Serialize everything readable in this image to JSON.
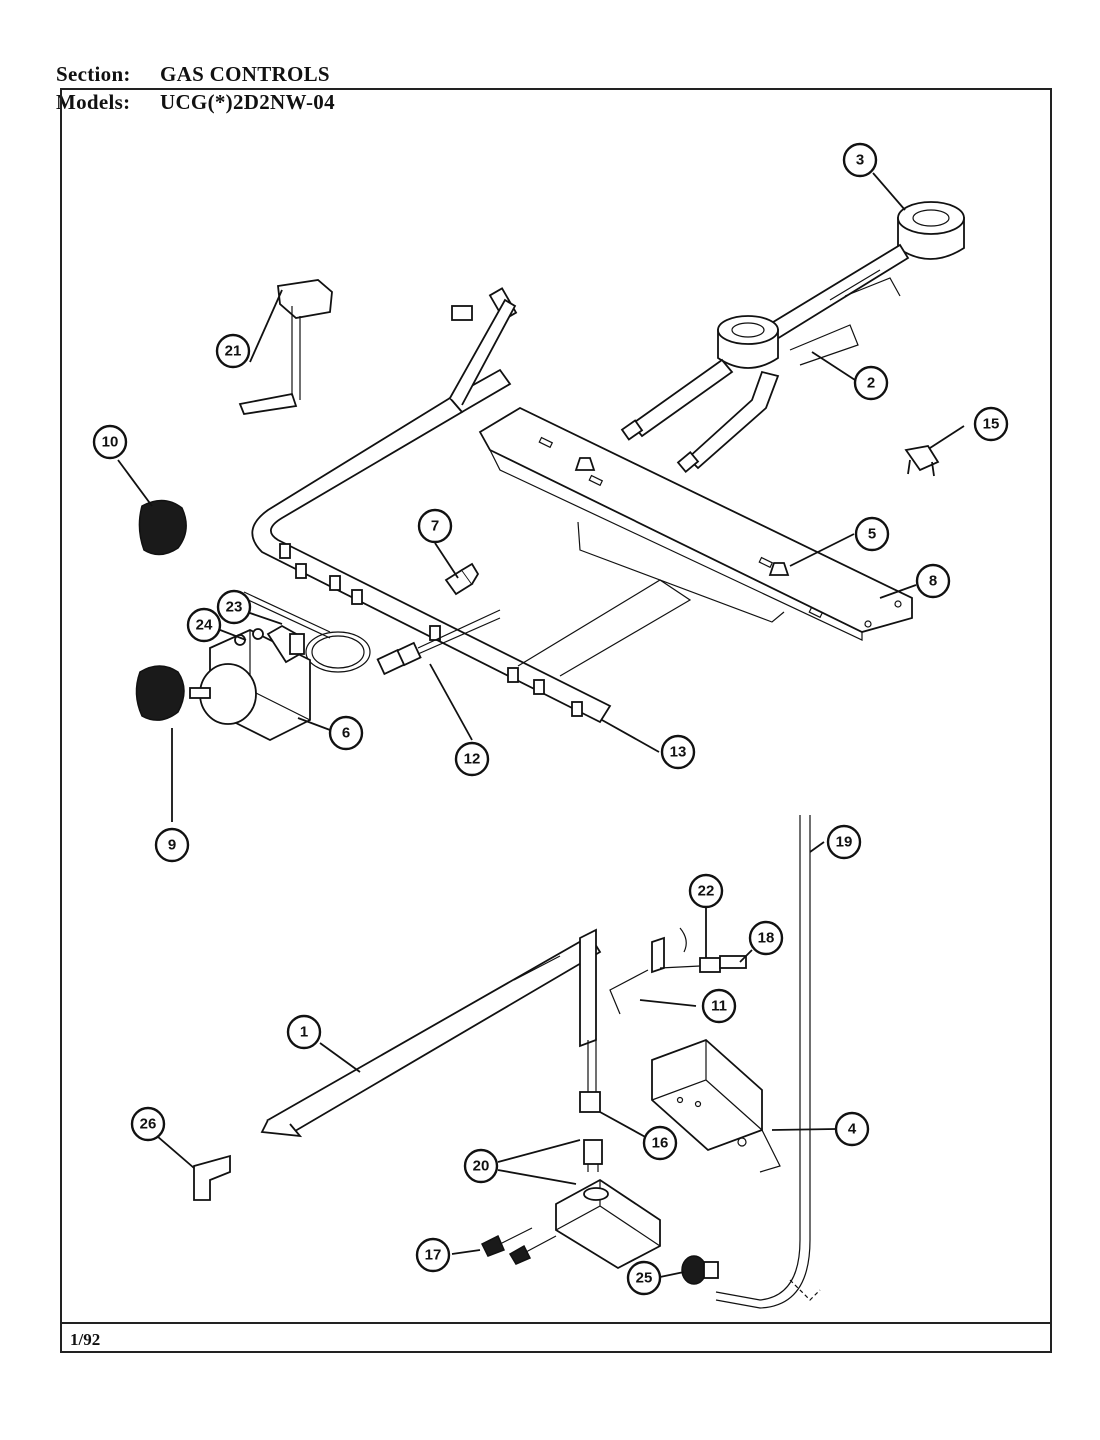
{
  "header": {
    "section_label": "Section:",
    "section_value": "GAS CONTROLS",
    "models_label": "Models:",
    "models_value": "UCG(*)2D2NW-04"
  },
  "footer": {
    "date": "1/92"
  },
  "callouts": [
    "1",
    "2",
    "3",
    "4",
    "5",
    "6",
    "7",
    "8",
    "9",
    "10",
    "11",
    "12",
    "13",
    "15",
    "16",
    "17",
    "18",
    "19",
    "20",
    "21",
    "22",
    "23",
    "24",
    "25",
    "26"
  ]
}
